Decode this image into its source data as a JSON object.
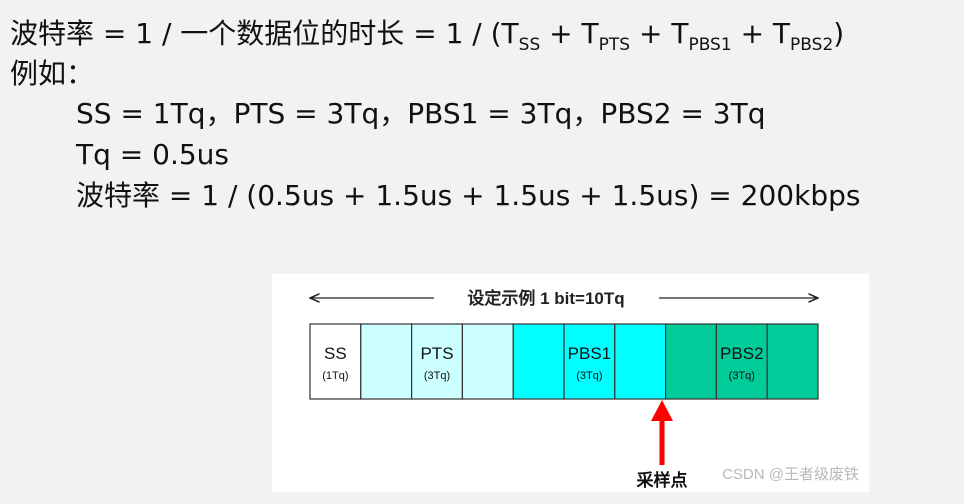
{
  "formula": {
    "lhs": "波特率 = 1 / 一个数据位的时长 = 1 / (T",
    "sub1": "SS",
    "plus1": " + T",
    "sub2": "PTS",
    "plus2": " + T",
    "sub3": "PBS1",
    "plus3": " + T",
    "sub4": "PBS2",
    "close": ")"
  },
  "example": {
    "label": "例如：",
    "segments": "SS = 1Tq，PTS = 3Tq，PBS1 = 3Tq，PBS2 = 3Tq",
    "tq": "Tq = 0.5us",
    "calc": "波特率 = 1 / (0.5us + 1.5us + 1.5us + 1.5us) = 200kbps"
  },
  "figure": {
    "caption": "设定示例 1 bit=10Tq",
    "colors": {
      "ss": "#ffffff",
      "pts": "#ccffff",
      "pbs1": "#00ffff",
      "pbs2": "#00cc99",
      "arrow": "#ff0000"
    },
    "segments": [
      {
        "name": "SS",
        "tq": "(1Tq)",
        "count": 1
      },
      {
        "name": "PTS",
        "tq": "(3Tq)",
        "count": 3
      },
      {
        "name": "PBS1",
        "tq": "(3Tq)",
        "count": 3
      },
      {
        "name": "PBS2",
        "tq": "(3Tq)",
        "count": 3
      }
    ],
    "sample_point_label": "采样点"
  },
  "watermark": "CSDN @王者级废铁"
}
